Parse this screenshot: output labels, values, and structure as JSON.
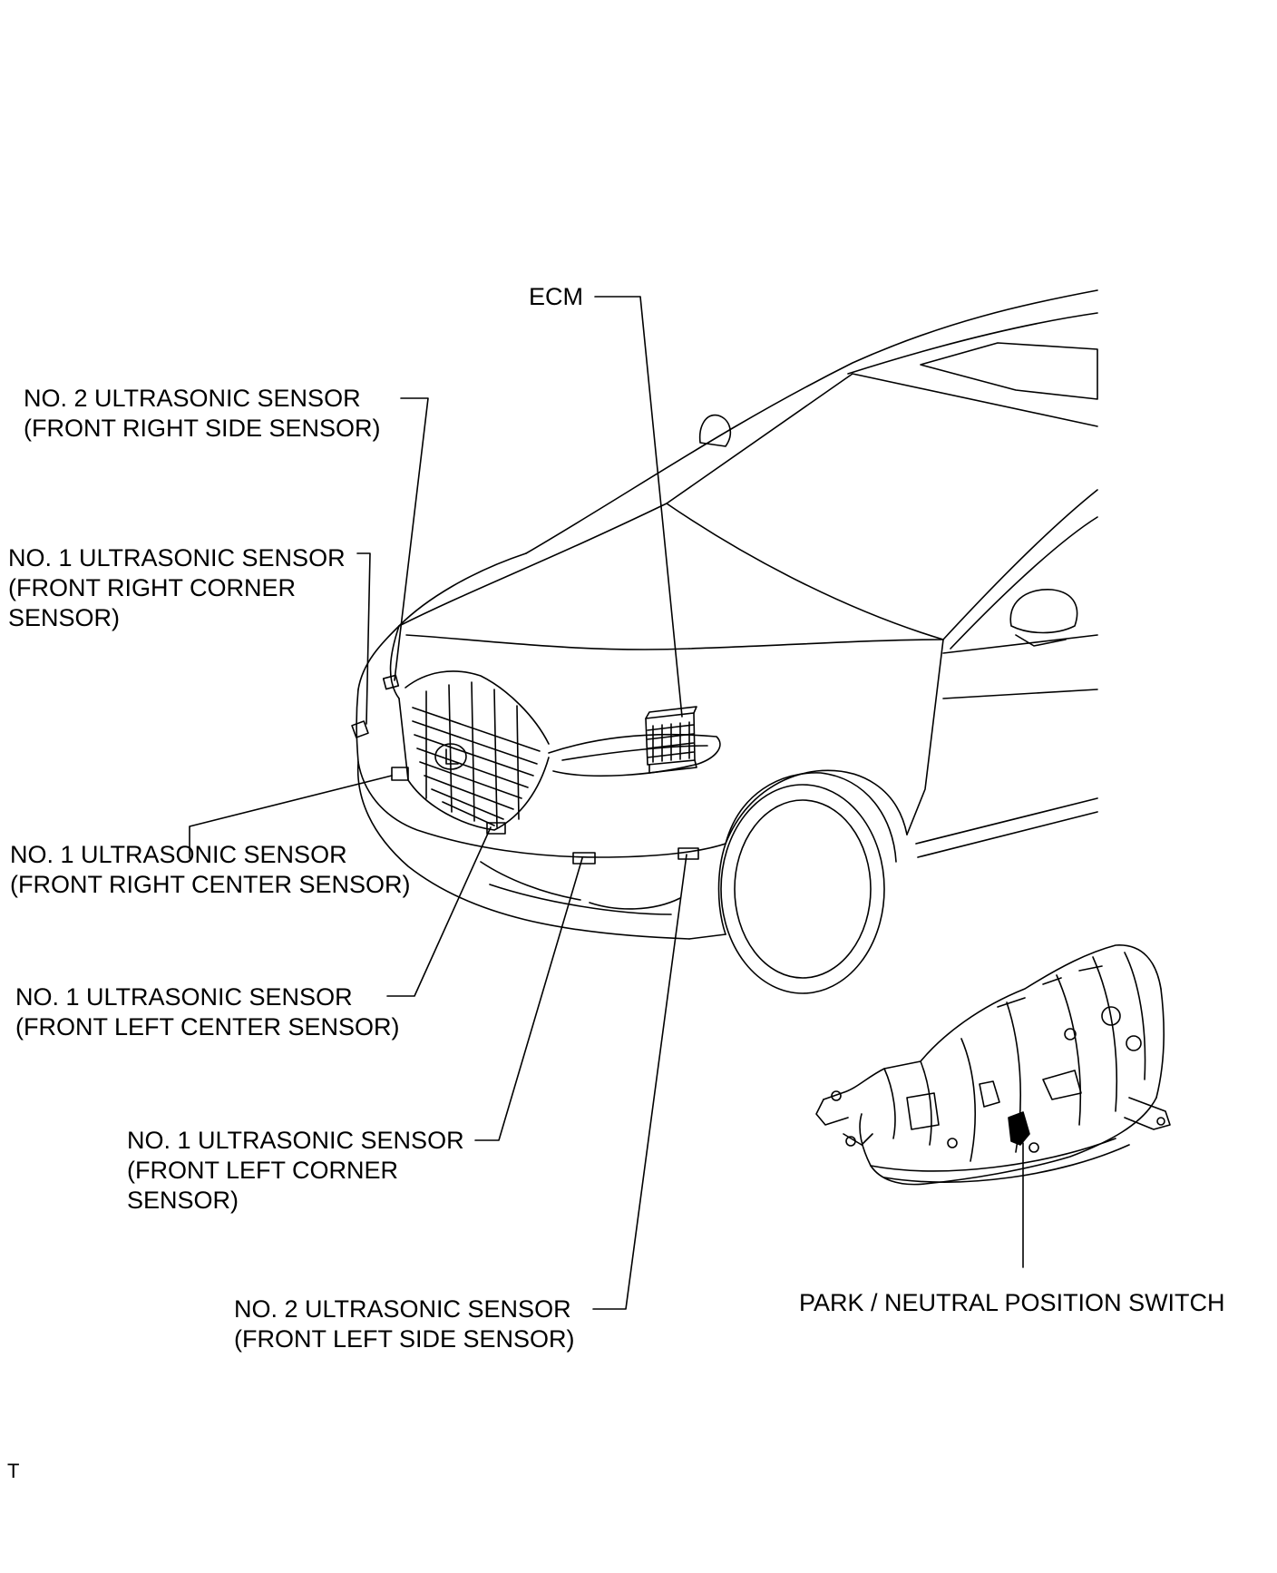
{
  "labels": {
    "ecm": "ECM",
    "front_right_side": [
      "NO. 2 ULTRASONIC SENSOR",
      "(FRONT RIGHT SIDE SENSOR)"
    ],
    "front_right_corner": [
      "NO. 1 ULTRASONIC SENSOR",
      "(FRONT RIGHT CORNER",
      "SENSOR)"
    ],
    "front_right_center": [
      "NO. 1 ULTRASONIC SENSOR",
      "(FRONT RIGHT CENTER SENSOR)"
    ],
    "front_left_center": [
      "NO. 1 ULTRASONIC SENSOR",
      "(FRONT LEFT CENTER SENSOR)"
    ],
    "front_left_corner": [
      "NO. 1 ULTRASONIC SENSOR",
      "(FRONT LEFT CORNER",
      "SENSOR)"
    ],
    "front_left_side": [
      "NO. 2 ULTRASONIC SENSOR",
      "(FRONT LEFT SIDE SENSOR)"
    ],
    "park_neutral_switch": "PARK / NEUTRAL POSITION SWITCH"
  },
  "figure_code": "T",
  "colors": {
    "line": "#000000",
    "background": "#ffffff"
  }
}
